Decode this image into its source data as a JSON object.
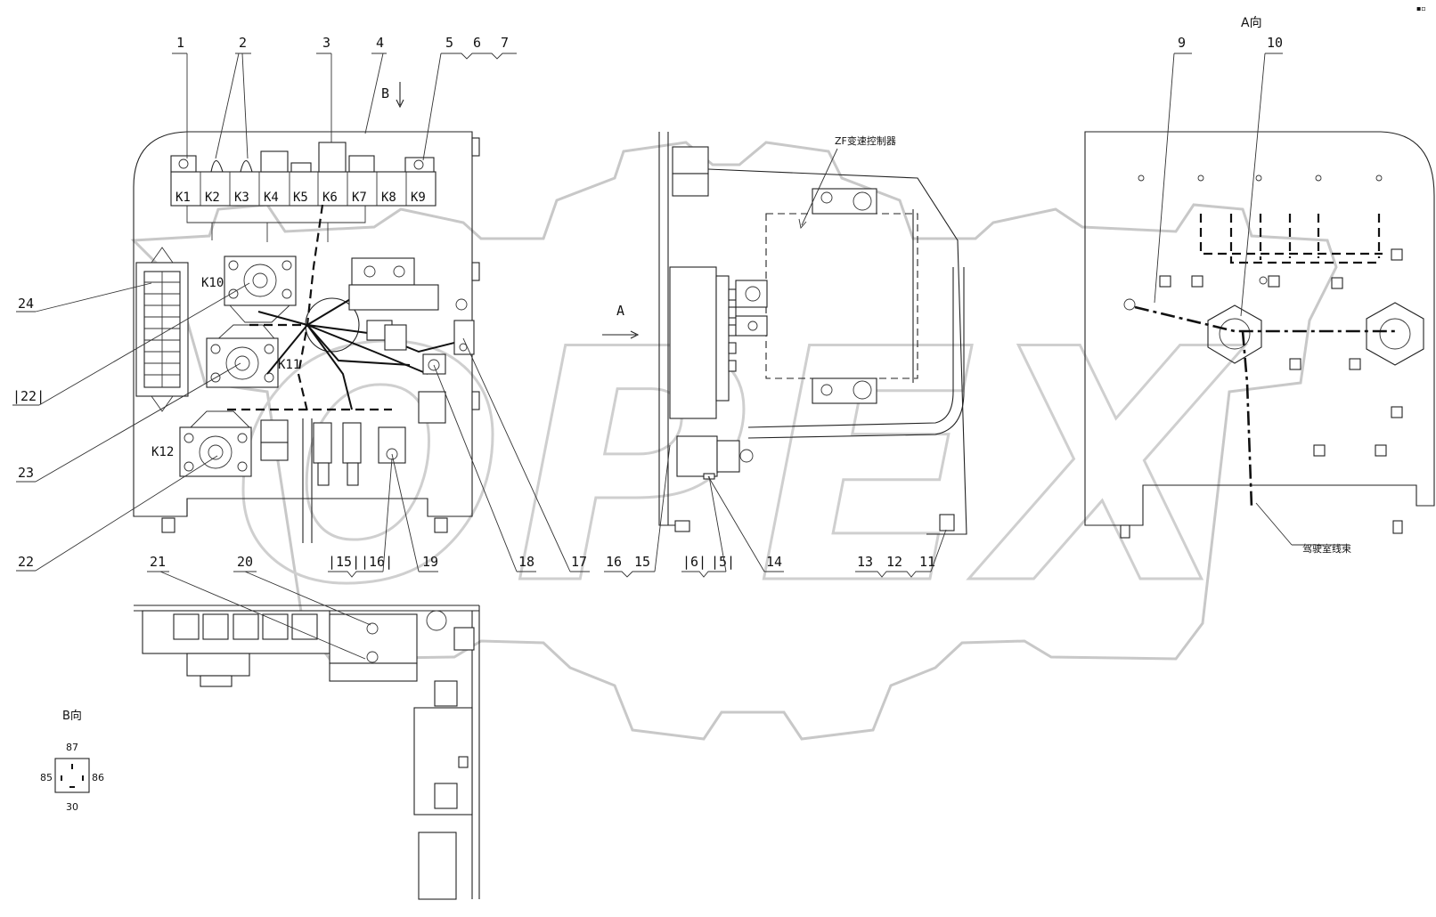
{
  "watermark": {
    "text": "OPEX"
  },
  "views": {
    "a_view_title": "A向",
    "b_view_title": "B向",
    "arrow_b": "B",
    "arrow_a": "A"
  },
  "annotations": {
    "zf_controller": "ZF变速控制器",
    "cab_harness": "驾驶室线束"
  },
  "relay_slots": [
    "K1",
    "K2",
    "K3",
    "K4",
    "K5",
    "K6",
    "K7",
    "K8",
    "K9"
  ],
  "large_relays": [
    "K10",
    "K11",
    "K12"
  ],
  "callouts_top": [
    "1",
    "2",
    "3",
    "4",
    "5",
    "6",
    "7"
  ],
  "callouts_a_view": [
    "9",
    "10"
  ],
  "callouts_left": [
    "24",
    "|22|",
    "23",
    "22"
  ],
  "callouts_bottom_left": [
    "|15|",
    "|16|",
    "19",
    "18",
    "17"
  ],
  "callouts_bottom_mid": [
    "16",
    "15",
    "|6|",
    "|5|",
    "14",
    "13",
    "12",
    "11"
  ],
  "callouts_lower": [
    "21",
    "20"
  ],
  "relay_pins": {
    "top": "87",
    "left": "85",
    "right": "86",
    "bottom": "30"
  }
}
